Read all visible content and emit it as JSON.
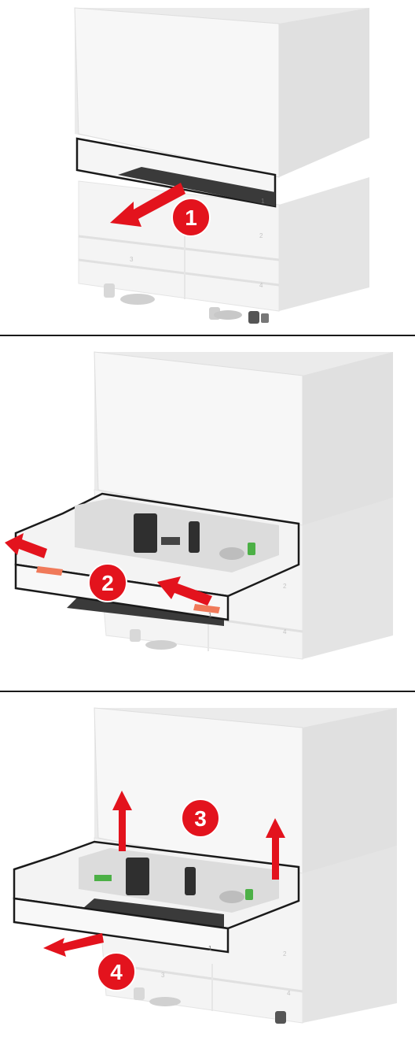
{
  "colors": {
    "accent_red": "#e3131d",
    "printer_light": "#f4f4f4",
    "printer_mid": "#e6e6e6",
    "outline": "#1a1a1a",
    "green_clip": "#4cb046"
  },
  "steps": [
    {
      "number": "1",
      "action": "pull-tray-out"
    },
    {
      "number": "2",
      "action": "press-release-latches"
    },
    {
      "number": "3",
      "action": "lift-tray"
    },
    {
      "number": "4",
      "action": "remove-tray"
    }
  ],
  "tray_labels": {
    "tray1": "1",
    "tray2": "2",
    "tray3": "3",
    "tray4": "4"
  }
}
